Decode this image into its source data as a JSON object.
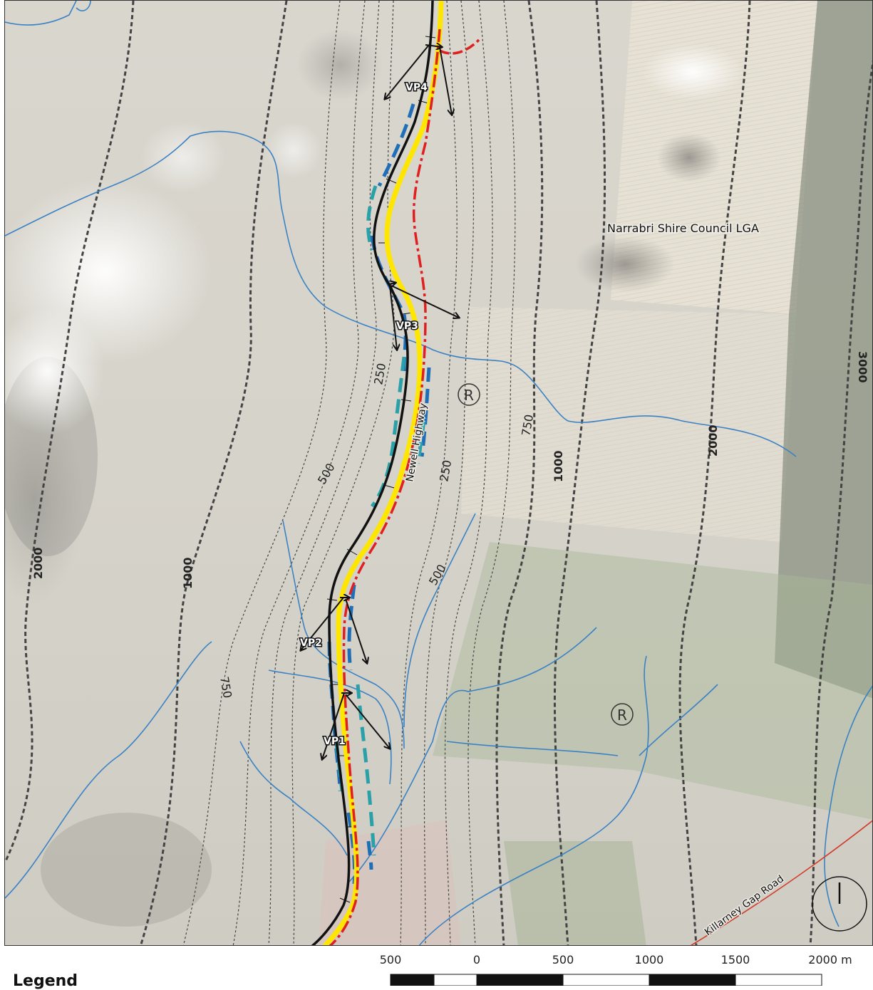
{
  "map": {
    "place_label": "Narrabri Shire Council LGA",
    "highway_label": "Newell Highway",
    "road_label": "Killarney Gap Road",
    "receiver_symbol": "R",
    "viewpoints": [
      "VP1",
      "VP2",
      "VP3",
      "VP4"
    ],
    "contour_labels": [
      "250",
      "250",
      "500",
      "500",
      "750",
      "750",
      "1000",
      "1000",
      "2000",
      "2000",
      "3000"
    ],
    "north_arrow_icon": "north-arrow-icon",
    "colors": {
      "existing_highway": "#111111",
      "proposed_alignment": "#ffe600",
      "boundary_line": "#e02020",
      "watercourse": "#3b82c4",
      "noise_barrier_blue": "#1f6fb8",
      "noise_barrier_teal": "#2aa0a8",
      "buffer_contour": "#444444",
      "road": "#d33a2a"
    }
  },
  "scale_bar": {
    "labels": [
      "500",
      "0",
      "500",
      "1000",
      "1500",
      "2000 m"
    ]
  },
  "legend": {
    "title": "Legend"
  }
}
